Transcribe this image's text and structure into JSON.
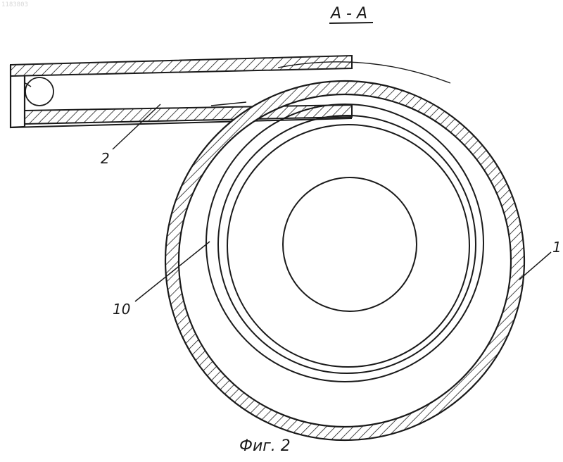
{
  "stamp_text": "1183803",
  "section_label": "А - А",
  "figure_caption": "Фиг. 2",
  "callouts": {
    "pipe": "2",
    "housing": "1",
    "ring": "10"
  },
  "colors": {
    "ink": "#1a1a1a",
    "background": "#ffffff",
    "stamp": "#d8d8d8"
  }
}
